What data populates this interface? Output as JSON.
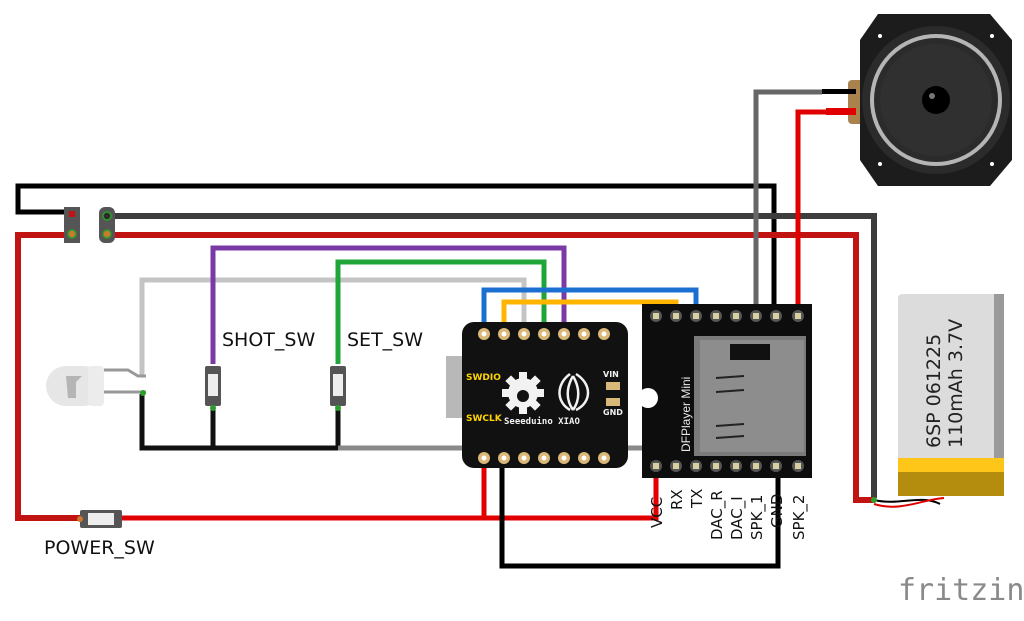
{
  "app": "fritzing",
  "watermark": "fritzing",
  "labels": {
    "shot_sw": "SHOT_SW",
    "set_sw": "SET_SW",
    "power_sw": "POWER_SW"
  },
  "xiao": {
    "brand": "Seeeduino XIAO",
    "pin_swdio": "SWDIO",
    "pin_swclk": "SWCLK",
    "pin_vin": "VIN",
    "pin_gnd": "GND"
  },
  "dfplayer": {
    "name": "DFPlayer Mini",
    "pins": [
      "VCC",
      "RX",
      "TX",
      "DAC_R",
      "DAC_I",
      "SPK_1",
      "GND",
      "SPK_2"
    ]
  },
  "battery": {
    "line1": "6SP 061225",
    "line2": "110mAh 3.7V"
  },
  "wire_colors": {
    "red": "#e00000",
    "dark_red": "#c21313",
    "black": "#000000",
    "dark_gray": "#3d3d3d",
    "gray": "#8a8a8a",
    "light_gray": "#c4c4c4",
    "purple": "#7a3aa5",
    "green": "#1fa53a",
    "yellow": "#ffb400",
    "blue": "#1a6fd0"
  }
}
